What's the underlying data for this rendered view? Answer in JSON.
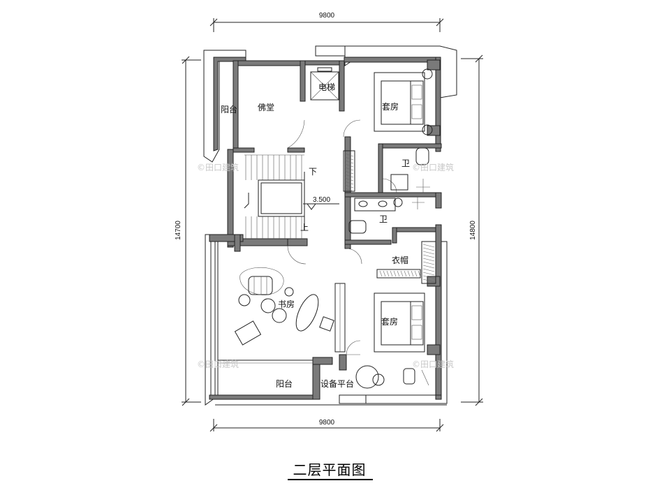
{
  "title": "二层平面图",
  "dimensions": {
    "top_width": "9800",
    "bottom_width": "9800",
    "left_height": "14700",
    "right_height": "14800"
  },
  "elevation": "3.500",
  "rooms": {
    "balcony_left": "阳台",
    "buddha_hall": "佛堂",
    "elevator": "电梯",
    "suite_top": "套房",
    "bath_top": "卫",
    "stairs_down": "下",
    "stairs_up": "上",
    "bath_mid": "卫",
    "cloakroom": "衣帽",
    "study": "书房",
    "suite_bottom": "套房",
    "balcony_bottom": "阳台",
    "equipment_platform": "设备平台"
  },
  "watermark": "©田口建筑"
}
